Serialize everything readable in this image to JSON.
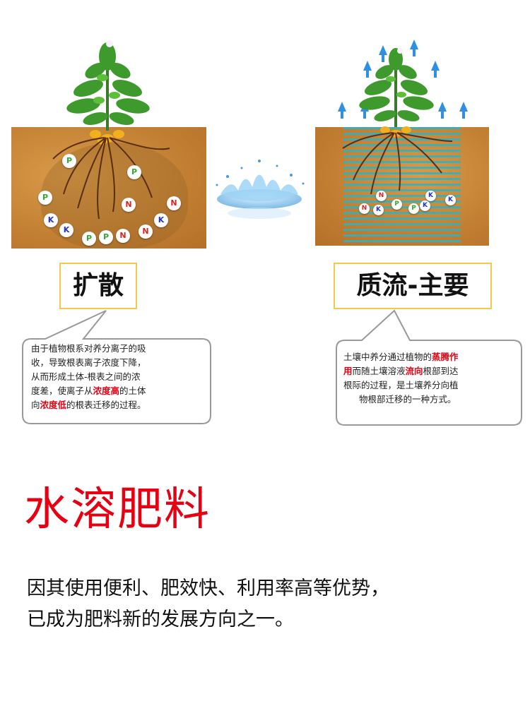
{
  "diagram": {
    "left_label": "扩散",
    "right_label": "质流-主要",
    "left_bubble": {
      "line1": "由于植物根系对养分离子的吸",
      "line2": "收，导致根表离子浓度下降，",
      "line3": "从而形成土体-根表之间的浓",
      "line4_prefix": "度差，使离子从",
      "line4_red": "浓度高",
      "line4_suffix": "的土体",
      "line5_prefix": "向",
      "line5_red": "浓度低",
      "line5_suffix": "的根表迁移的过程。"
    },
    "right_bubble": {
      "line1_prefix": "土壤中养分通过植物的",
      "line1_red": "蒸腾作",
      "line2_red": "用",
      "line2_mid": "而随土壤溶液",
      "line2_red2": "流向",
      "line2_suffix": "根部到达",
      "line3": "根际的过程，是土壤养分向植",
      "line4": "物根部迁移的一种方式。"
    },
    "ions_left": [
      "P",
      "P",
      "P",
      "N",
      "N",
      "K",
      "K",
      "P",
      "P",
      "N",
      "N",
      "K"
    ],
    "ions_right": [
      "N",
      "K",
      "K",
      "N",
      "K",
      "P",
      "P",
      "K"
    ]
  },
  "title": "水溶肥料",
  "description": {
    "line1": "因其使用便利、肥效快、利用率高等优势，",
    "line2": "已成为肥料新的发展方向之一。"
  },
  "colors": {
    "accent_red": "#e60012",
    "label_border": "#f2c94c",
    "soil": "#c98a3a",
    "water_stripe": "#28b4c8"
  }
}
